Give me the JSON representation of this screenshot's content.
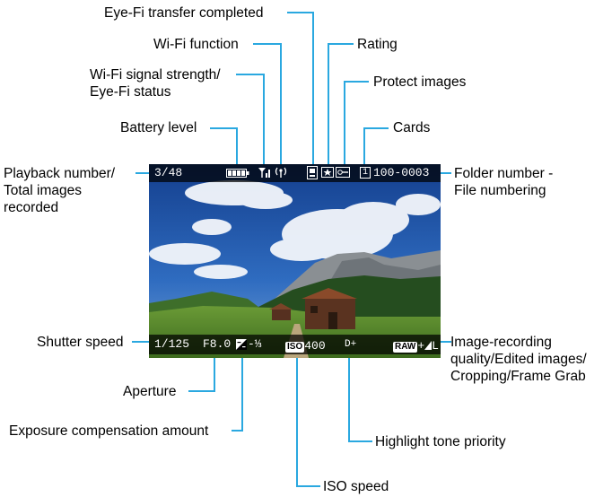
{
  "labels": {
    "eyefi_transfer": "Eye-Fi transfer completed",
    "wifi_function": "Wi-Fi function",
    "rating": "Rating",
    "wifi_signal_line1": "Wi-Fi signal strength/",
    "wifi_signal_line2": "Eye-Fi status",
    "protect_images": "Protect images",
    "battery_level": "Battery level",
    "cards": "Cards",
    "playback_line1": "Playback number/",
    "playback_line2": "Total images",
    "playback_line3": "recorded",
    "folder_line1": "Folder number -",
    "folder_line2": "File numbering",
    "shutter_speed": "Shutter speed",
    "quality_line1": "Image-recording",
    "quality_line2": "quality/Edited images/",
    "quality_line3": "Cropping/Frame Grab",
    "aperture": "Aperture",
    "exposure_comp": "Exposure compensation amount",
    "highlight_tone": "Highlight tone priority",
    "iso_speed": "ISO speed"
  },
  "screen": {
    "playback_number": "3/48",
    "folder_file": "100-0003",
    "card_number": "1",
    "shutter_value": "1/125",
    "aperture_value": "F8.0",
    "exposure_value": "-⅓",
    "iso_badge": "ISO",
    "iso_value": "400",
    "highlight_value": "D+",
    "raw_badge": "RAW",
    "quality_plus": "+",
    "quality_size": "L"
  },
  "icons": [
    "battery-icon",
    "wifi-signal-icon",
    "wifi-function-icon",
    "eyefi-transfer-icon",
    "rating-icon",
    "protect-icon",
    "card-icon",
    "exposure-comp-icon"
  ],
  "colors": {
    "leader_line": "#2aa8e0",
    "screen_bar": "#000000",
    "text": "#000000"
  }
}
